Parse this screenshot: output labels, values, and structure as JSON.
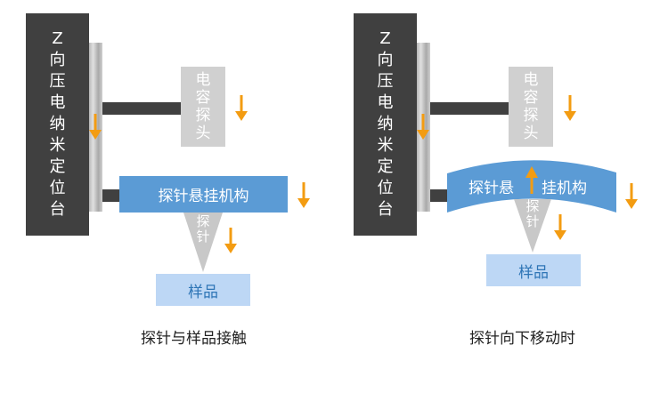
{
  "colors": {
    "stage": "#404040",
    "capacitive_probe": "#d0d0d0",
    "probe_mount": "#5b9bd5",
    "sample": "#bdd7f5",
    "sample_text": "#2e75b6",
    "arrow": "#f39c12",
    "probe_tip": "#c8c8c8"
  },
  "panels": [
    {
      "stage_label": [
        "Z",
        "向",
        "压",
        "电",
        "纳",
        "米",
        "定",
        "位",
        "台"
      ],
      "capacitive_probe_label": [
        "电",
        "容",
        "探",
        "头"
      ],
      "probe_mount_label": "探针悬挂机构",
      "probe_tip_label": [
        "探",
        "针"
      ],
      "sample_label": "样品",
      "caption": "探针与样品接触",
      "mount_state": "flat",
      "icons": [
        "arrow-down-icon",
        "arrow-down-icon",
        "arrow-down-icon",
        "arrow-down-icon"
      ]
    },
    {
      "stage_label": [
        "Z",
        "向",
        "压",
        "电",
        "纳",
        "米",
        "定",
        "位",
        "台"
      ],
      "capacitive_probe_label": [
        "电",
        "容",
        "探",
        "头"
      ],
      "probe_mount_label_left": "探针悬",
      "probe_mount_label_right": "挂机构",
      "probe_tip_label": [
        "探",
        "针"
      ],
      "sample_label": "样品",
      "caption": "探针向下移动时",
      "mount_state": "bent-upward",
      "icons": [
        "arrow-down-icon",
        "arrow-down-icon",
        "arrow-down-icon",
        "arrow-down-icon",
        "arrow-up-icon"
      ]
    }
  ]
}
